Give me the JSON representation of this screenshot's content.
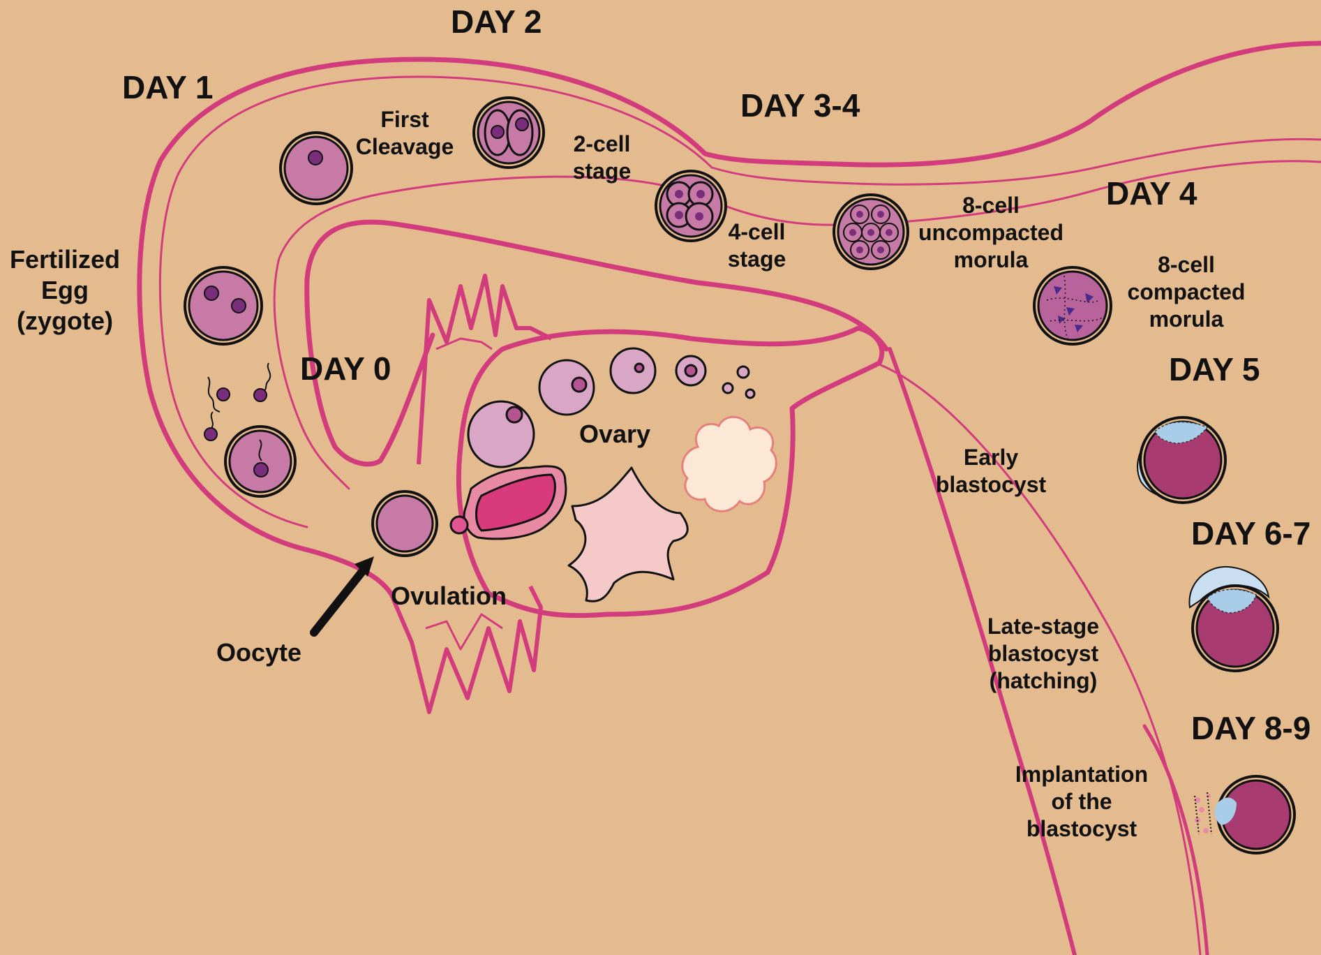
{
  "days": {
    "day0": "DAY 0",
    "day1": "DAY 1",
    "day2": "DAY 2",
    "day3_4": "DAY 3-4",
    "day4": "DAY 4",
    "day5": "DAY 5",
    "day6_7": "DAY 6-7",
    "day8_9": "DAY 8-9"
  },
  "labels": {
    "fertilized_egg": [
      "Fertilized",
      "Egg",
      "(zygote)"
    ],
    "first_cleavage": [
      "First",
      "Cleavage"
    ],
    "two_cell": [
      "2-cell",
      "stage"
    ],
    "four_cell": [
      "4-cell",
      "stage"
    ],
    "eight_cell_uncompacted": [
      "8-cell",
      "uncompacted",
      "morula"
    ],
    "eight_cell_compacted": [
      "8-cell",
      "compacted",
      "morula"
    ],
    "early_blastocyst": [
      "Early",
      "blastocyst"
    ],
    "late_blastocyst": [
      "Late-stage",
      "blastocyst",
      "(hatching)"
    ],
    "implantation": [
      "Implantation",
      "of the",
      "blastocyst"
    ],
    "ovary": "Ovary",
    "ovulation": "Ovulation",
    "oocyte": "Oocyte"
  },
  "colors": {
    "background": "#e4bb8f",
    "tube_outline": "#d23c7c",
    "cell_fill": "#c67aa5",
    "nucleus": "#7a2d7a",
    "blastocyst": "#a83c70",
    "zona_blue": "#c9def0",
    "corpus_luteum": "#d83a7c",
    "corpus_albicans": "#f4c9c8",
    "follicle": "#d9a6c6"
  }
}
